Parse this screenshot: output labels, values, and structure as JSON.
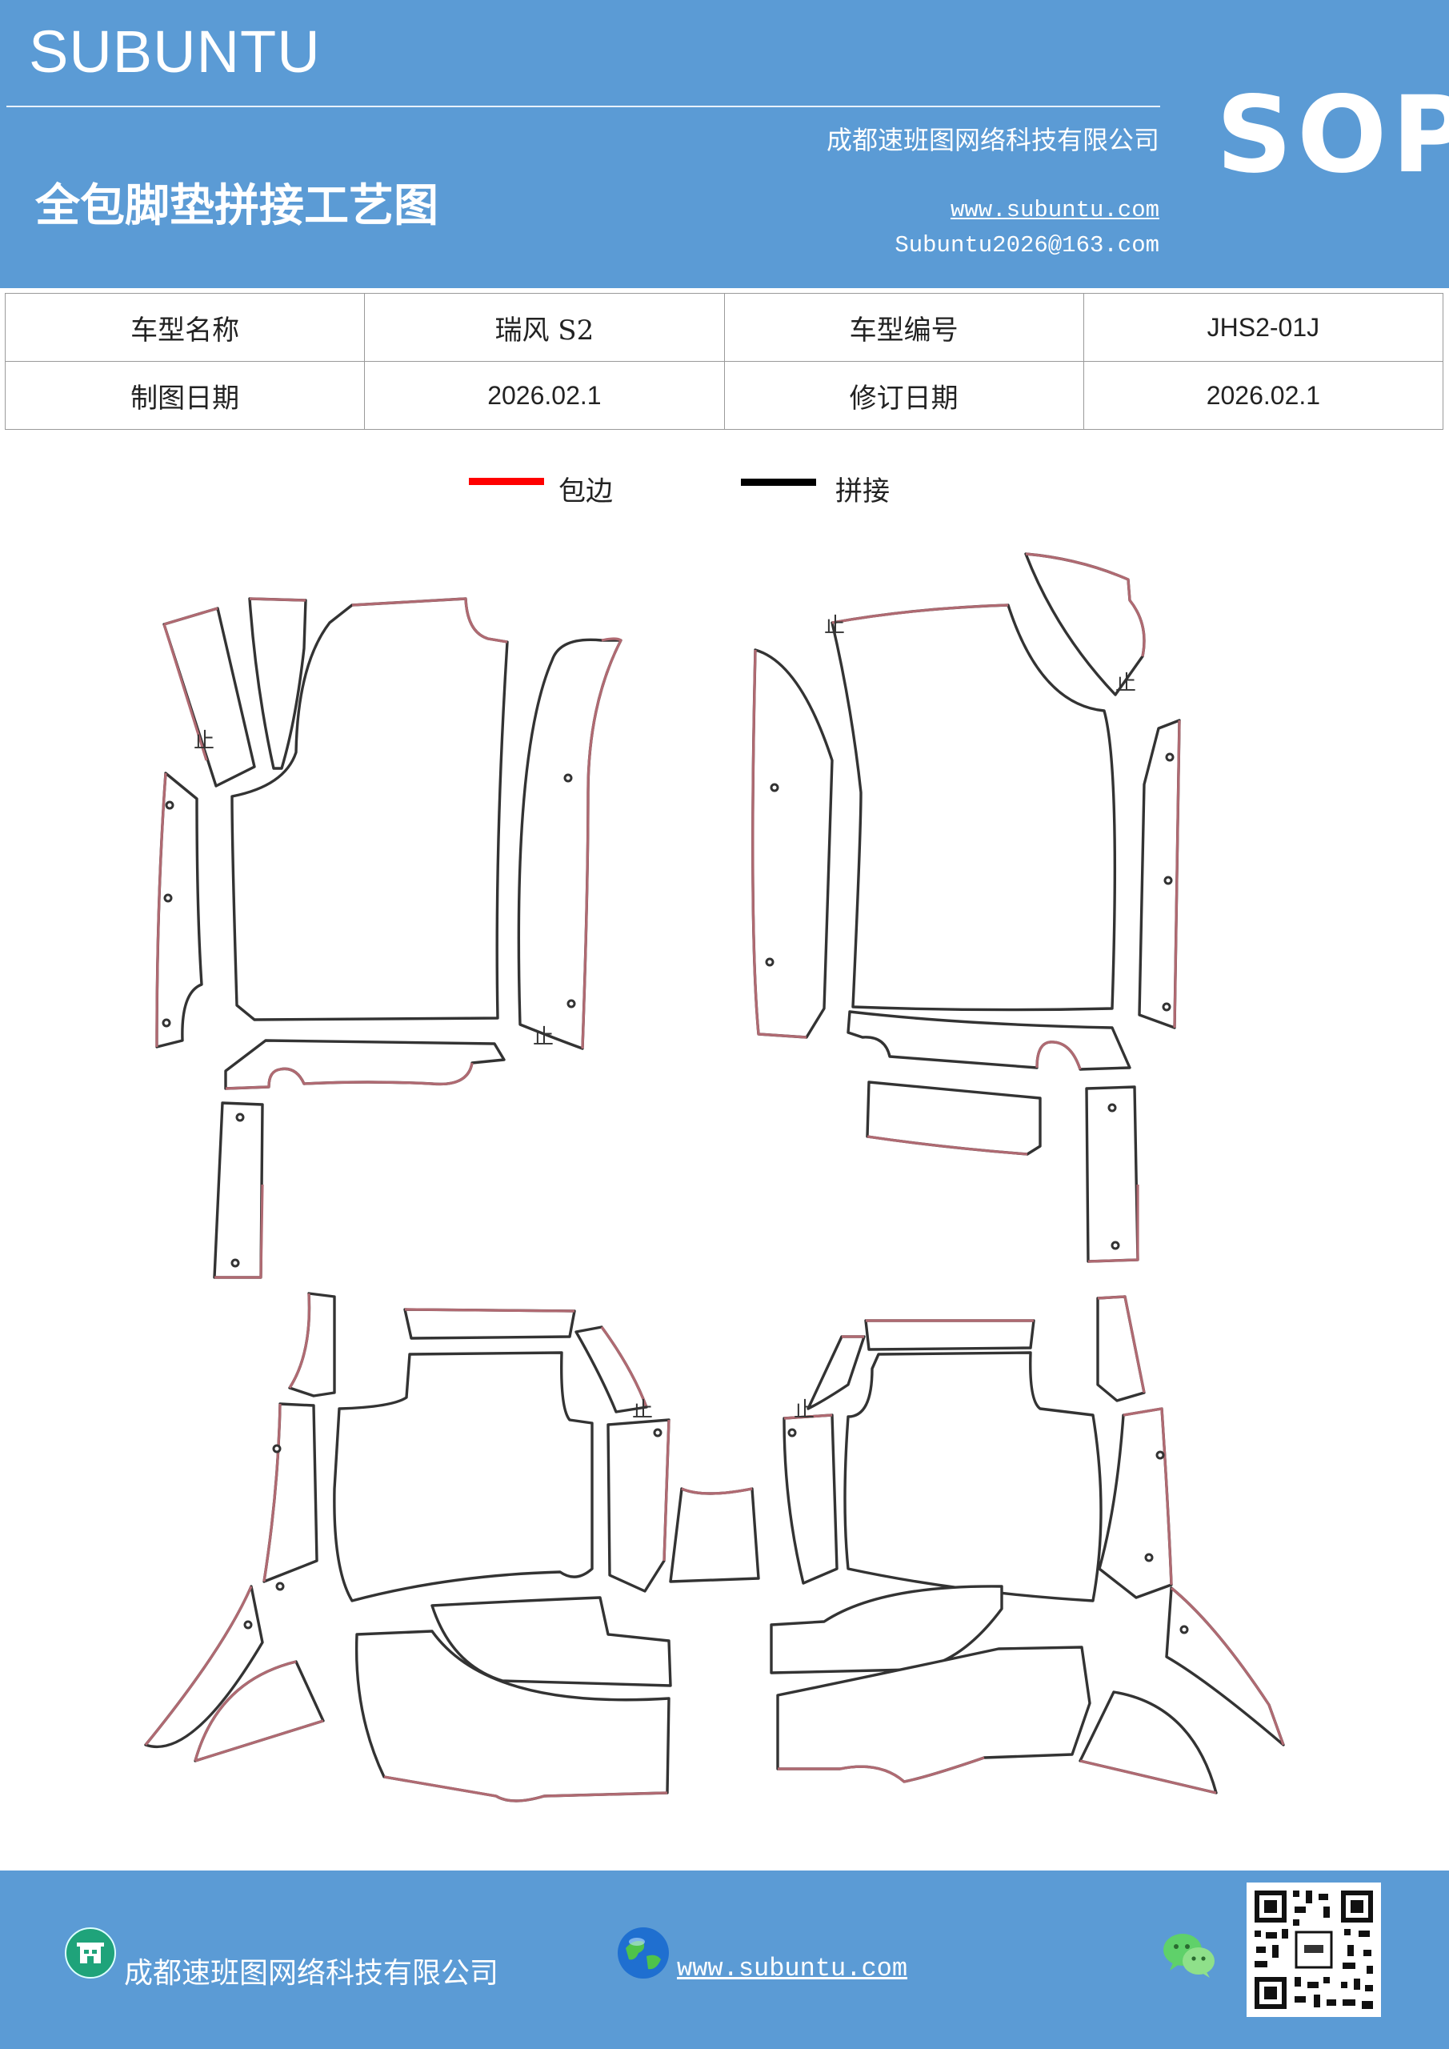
{
  "header": {
    "brand": "SUBUNTU",
    "badge": "SOP",
    "company": "成都速班图网络科技有限公司",
    "title": "全包脚垫拼接工艺图",
    "website": "www.subuntu.com",
    "email": "Subuntu2026@163.com"
  },
  "info_table": {
    "model_name_label": "车型名称",
    "model_name": "瑞风 S2",
    "model_code_label": "车型编号",
    "model_code": "JHS2-01J",
    "draw_date_label": "制图日期",
    "draw_date": "2026.02.1",
    "revise_date_label": "修订日期",
    "revise_date": "2026.02.1"
  },
  "legend": {
    "edging_label": "包边",
    "edging_color": "#ff0000",
    "joining_label": "拼接",
    "joining_color": "#000000"
  },
  "drawing": {
    "edging_stroke": "#b06a72",
    "line_stroke": "#333333",
    "stop_mark": "止"
  },
  "footer": {
    "company": "成都速班图网络科技有限公司",
    "website": "www.subuntu.com",
    "icons": [
      "building-icon",
      "globe-icon",
      "wechat-icon",
      "qr-code"
    ]
  }
}
